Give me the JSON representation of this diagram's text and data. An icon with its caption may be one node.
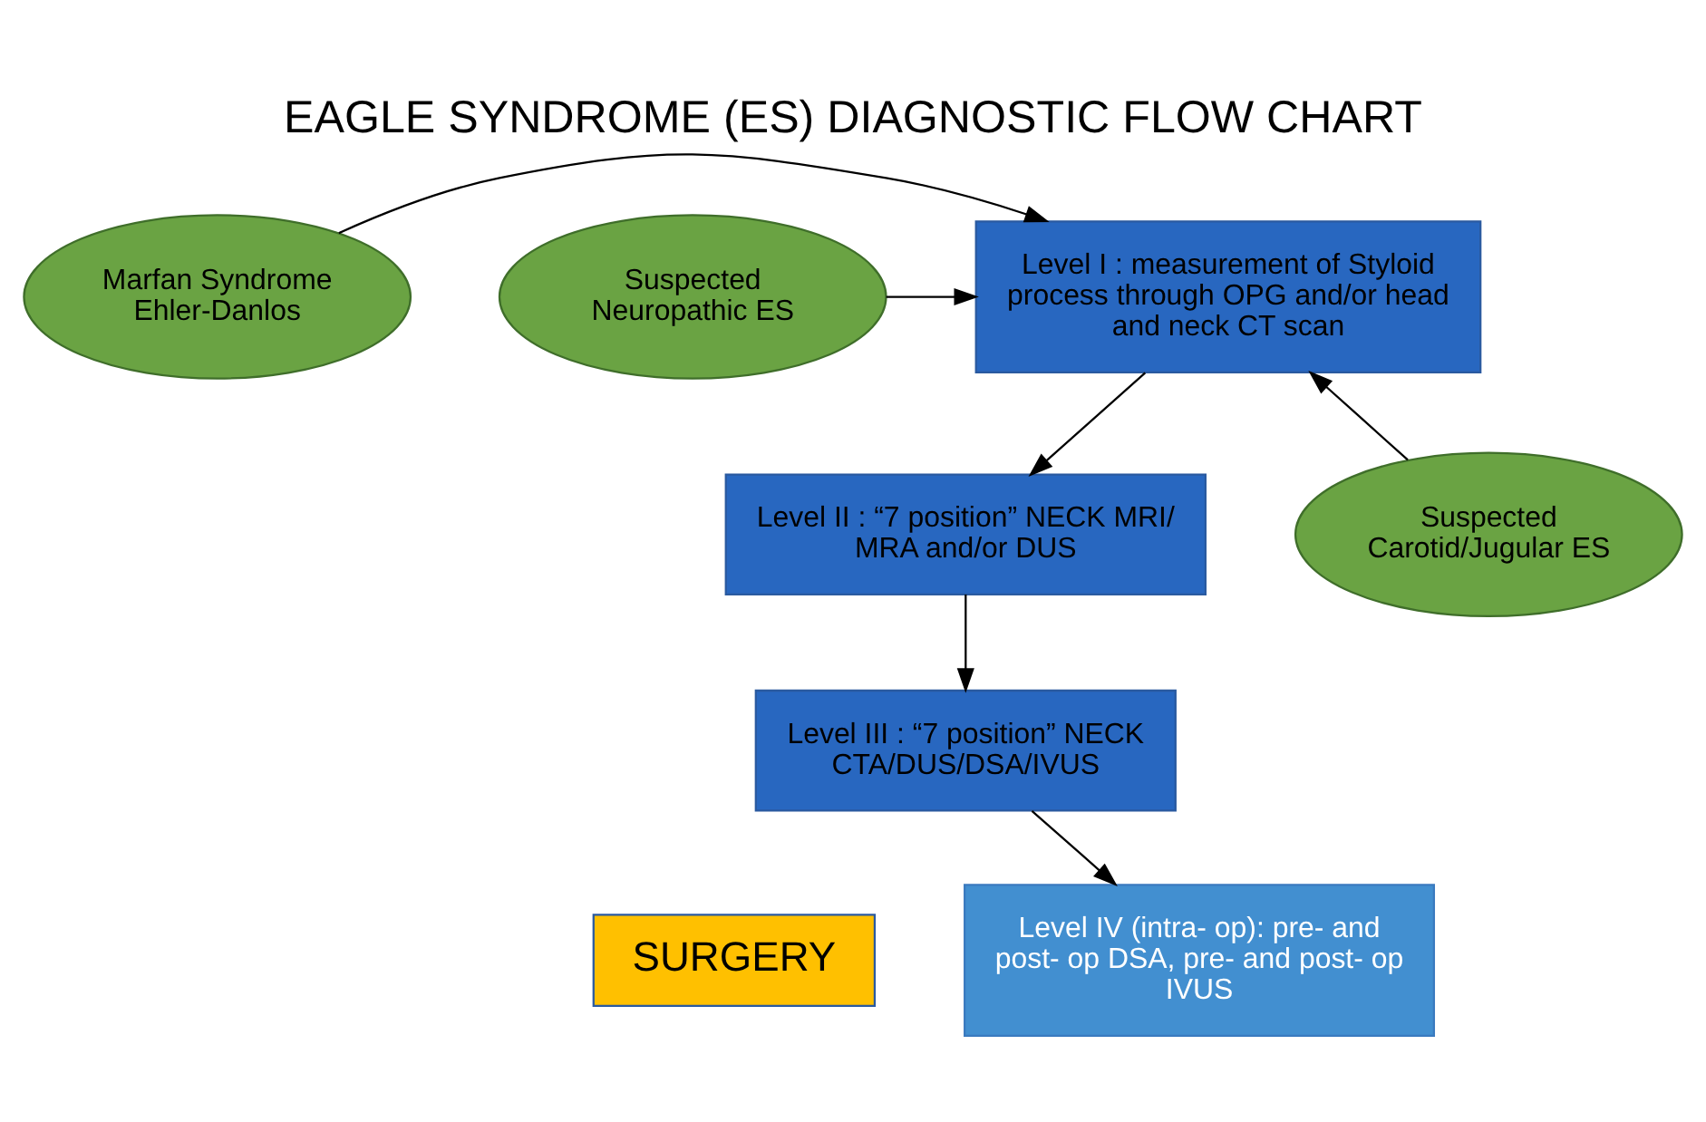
{
  "diagram": {
    "title": "EAGLE SYNDROME (ES) DIAGNOSTIC FLOW CHART",
    "nodes": [
      {
        "text": [
          "Marfan Syndrome Ehler-Danlos"
        ]
      },
      {
        "text": [
          "Level I : measurement of Styloid process through OPG and/or head and neck CT scan"
        ]
      },
      {
        "text": [
          "Suspected Neuropathic ES"
        ]
      },
      {
        "text": [
          "Suspected Carotid/Jugular ES"
        ]
      },
      {
        "text": [
          "Level II : “7 position” NECK MRI/ MRA and/or DUS"
        ]
      },
      {
        "text": [
          "Level III : “7 position” NECK CTA/DUS/DSA/IVUS"
        ]
      },
      {
        "text": [
          "SURGERY"
        ]
      },
      {
        "text": [
          "Level IV (intra- op): pre- and post- op DSA, pre- and post- op IVUS"
        ]
      }
    ],
    "edges": [
      {
        "from": 0,
        "to": 1,
        "arrow": "to"
      },
      {
        "from": 2,
        "to": 1,
        "arrow": "to"
      },
      {
        "from": 3,
        "to": 1,
        "arrow": "to"
      },
      {
        "from": 1,
        "to": 4,
        "arrow": "to"
      },
      {
        "from": 4,
        "to": 5,
        "arrow": "to"
      },
      {
        "from": 5,
        "to": 7,
        "arrow": "to"
      }
    ]
  }
}
